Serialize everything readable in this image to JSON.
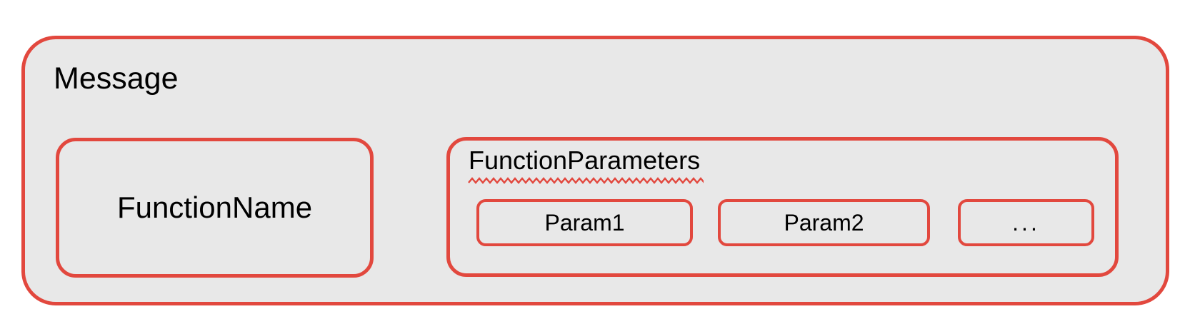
{
  "diagram": {
    "message_label": "Message",
    "function_name": {
      "label": "FunctionName"
    },
    "function_parameters": {
      "label": "FunctionParameters",
      "params": [
        {
          "label": "Param1"
        },
        {
          "label": "Param2"
        },
        {
          "label": "..."
        }
      ]
    }
  },
  "colors": {
    "border": "#E2483E",
    "fill": "#E8E8E8",
    "text": "#000000",
    "page_background": "#FFFFFF"
  }
}
